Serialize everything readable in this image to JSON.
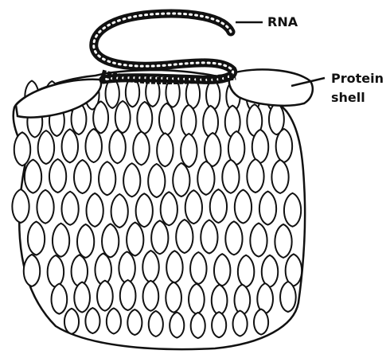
{
  "labels": {
    "rna": "RNA",
    "protein_line1": "Protein",
    "protein_line2": "shell"
  },
  "colors": {
    "ink": "#111111",
    "fill": "#ffffff"
  }
}
